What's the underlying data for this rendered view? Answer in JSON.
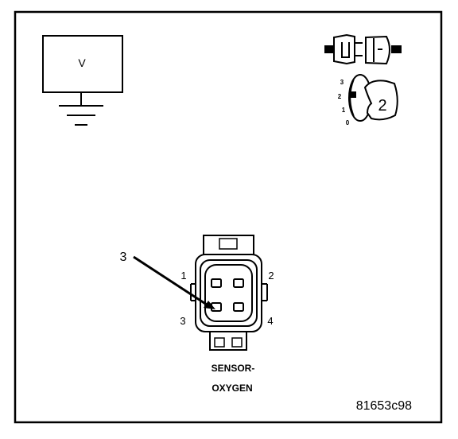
{
  "meter": {
    "symbol": "V"
  },
  "ignition": {
    "positions": [
      "3",
      "2",
      "1",
      "0"
    ],
    "key_position": "2"
  },
  "connector": {
    "pins": [
      "1",
      "2",
      "3",
      "4"
    ],
    "callout": "3",
    "name_line1": "SENSOR-",
    "name_line2": "OXYGEN"
  },
  "figure_id": "81653c98"
}
